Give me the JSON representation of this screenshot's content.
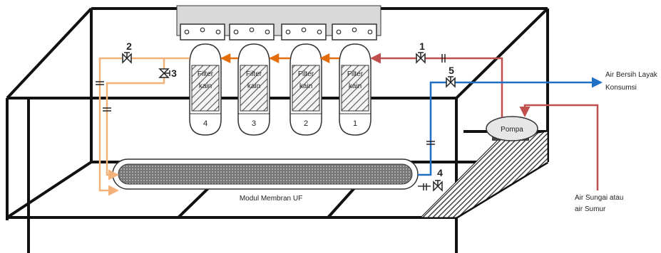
{
  "filters": [
    {
      "number": "1",
      "label_line1": "Filter",
      "label_line2": "kain"
    },
    {
      "number": "2",
      "label_line1": "Filter",
      "label_line2": "kain"
    },
    {
      "number": "3",
      "label_line1": "Filter",
      "label_line2": "kain"
    },
    {
      "number": "4",
      "label_line1": "Filter",
      "label_line2": "kain"
    }
  ],
  "valves": {
    "v1": "1",
    "v2": "2",
    "v3": "3",
    "v4": "4",
    "v5": "5"
  },
  "pump": {
    "label": "Pompa"
  },
  "membrane": {
    "label": "Modul Membran UF"
  },
  "output": {
    "line1": "Air Bersih Layak",
    "line2": "Konsumsi"
  },
  "input": {
    "line1": "Air Sungai atau",
    "line2": "air Sumur"
  },
  "colors": {
    "raw_line": "#c0504d",
    "filter_flow": "#e46c0a",
    "bypass_line": "#f2b27a",
    "clean_line": "#1f6fc5",
    "frame": "#111111"
  }
}
